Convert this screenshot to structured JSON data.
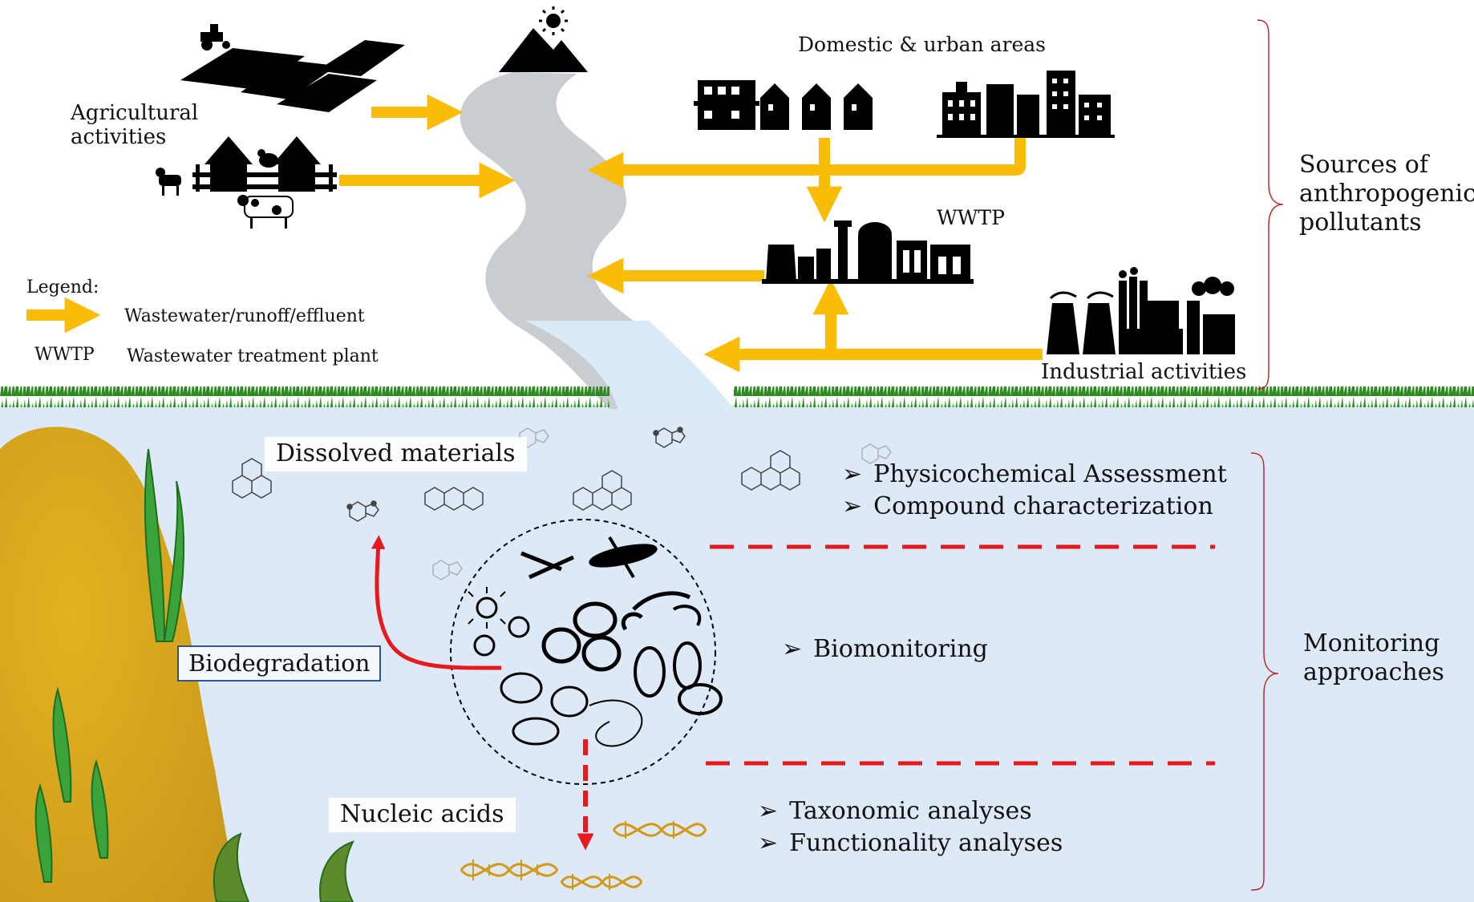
{
  "labels": {
    "agricultural": "Agricultural\nactivities",
    "domestic": "Domestic & urban areas",
    "wwtp_site": "WWTP",
    "industrial": "Industrial activities",
    "sources": "Sources of\nanthropogenic\npollutants",
    "monitoring": "Monitoring\napproaches",
    "dissolved": "Dissolved materials",
    "biodegradation": "Biodegradation",
    "nucleic": "Nucleic acids"
  },
  "legend": {
    "title": "Legend:",
    "arrow_label": "Wastewater/runoff/effluent",
    "abbr": "WWTP",
    "abbr_label": "Wastewater treatment plant"
  },
  "approaches": {
    "bullet": "➢",
    "physicochemical": "Physicochemical Assessment",
    "compound": "Compound characterization",
    "biomonitoring": "Biomonitoring",
    "taxonomic": "Taxonomic analyses",
    "functionality": "Functionality analyses"
  },
  "colors": {
    "flow_arrow": "#fbbc05",
    "degradation_arrow": "#e8191c",
    "divider": "#e8191c",
    "water": "#dde9f6",
    "river": "#c9cdd1",
    "grass": "#2e8b1f",
    "sediment": "#d4a017",
    "brace": "#c0292c"
  }
}
